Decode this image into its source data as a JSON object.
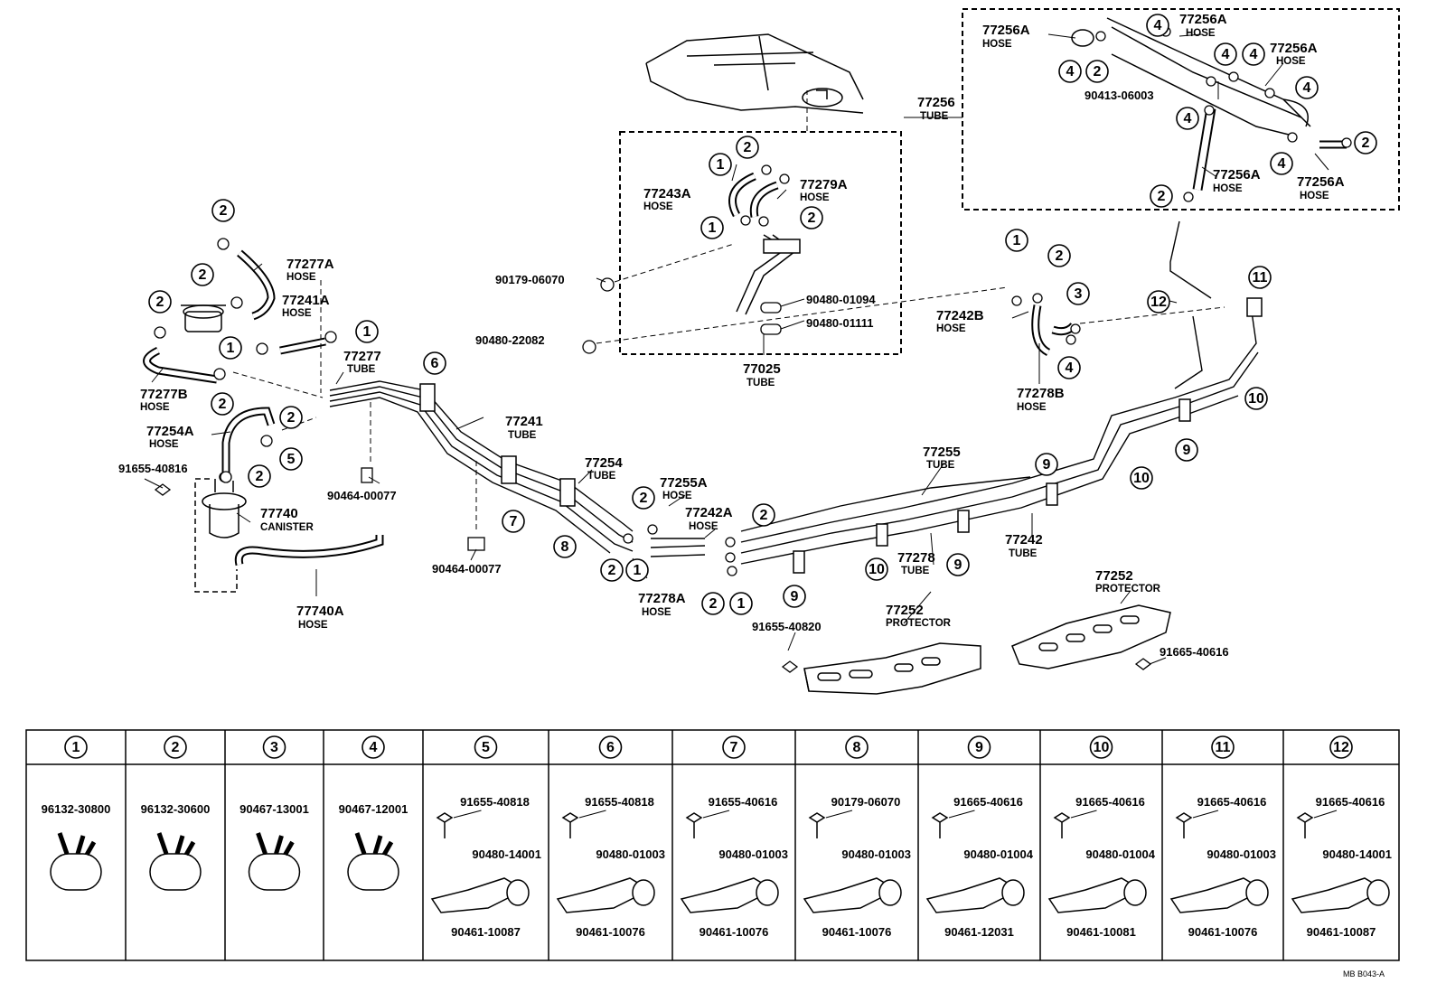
{
  "part_labels": {
    "p77256A_a": "77256A",
    "p77256A_b": "77256A",
    "p77256A_c": "77256A",
    "p77256A_d": "77256A",
    "p77256A_e": "77256A",
    "p77256": "77256",
    "p90413": "90413-06003",
    "p77243A": "77243A",
    "p77279A": "77279A",
    "p77277A": "77277A",
    "p77241A": "77241A",
    "p77277B": "77277B",
    "p77277": "77277",
    "p77254A": "77254A",
    "p91655_40816": "91655-40816",
    "p77740": "77740",
    "p77740A": "77740A",
    "p90464_a": "90464-00077",
    "p90464_b": "90464-00077",
    "p77241": "77241",
    "p77254": "77254",
    "p77255A": "77255A",
    "p77242A": "77242A",
    "p77278A": "77278A",
    "p90179": "90179-06070",
    "p90480_22082": "90480-22082",
    "p90480_01094": "90480-01094",
    "p90480_01111": "90480-01111",
    "p77025": "77025",
    "p77242B": "77242B",
    "p77278B": "77278B",
    "p77255": "77255",
    "p77278": "77278",
    "p77242": "77242",
    "p77252_a": "77252",
    "p77252_b": "77252",
    "p91655_40820": "91655-40820",
    "p91665_40616": "91665-40616"
  },
  "part_types": {
    "hose": "HOSE",
    "tube": "TUBE",
    "canister": "CANISTER",
    "protector": "PROTECTOR"
  },
  "callouts": [
    "1",
    "2",
    "3",
    "4",
    "5",
    "6",
    "7",
    "8",
    "9",
    "10",
    "11",
    "12"
  ],
  "legend": [
    {
      "num": "1",
      "parts": [
        "96132-30800"
      ]
    },
    {
      "num": "2",
      "parts": [
        "96132-30600"
      ]
    },
    {
      "num": "3",
      "parts": [
        "90467-13001"
      ]
    },
    {
      "num": "4",
      "parts": [
        "90467-12001"
      ]
    },
    {
      "num": "5",
      "parts": [
        "91655-40818",
        "90480-14001",
        "90461-10087"
      ]
    },
    {
      "num": "6",
      "parts": [
        "91655-40818",
        "90480-01003",
        "90461-10076"
      ]
    },
    {
      "num": "7",
      "parts": [
        "91655-40616",
        "90480-01003",
        "90461-10076"
      ]
    },
    {
      "num": "8",
      "parts": [
        "90179-06070",
        "90480-01003",
        "90461-10076"
      ]
    },
    {
      "num": "9",
      "parts": [
        "91665-40616",
        "90480-01004",
        "90461-12031"
      ]
    },
    {
      "num": "10",
      "parts": [
        "91665-40616",
        "90480-01004",
        "90461-10081"
      ]
    },
    {
      "num": "11",
      "parts": [
        "91665-40616",
        "90480-01003",
        "90461-10076"
      ]
    },
    {
      "num": "12",
      "parts": [
        "91665-40616",
        "90480-14001",
        "90461-10087"
      ]
    }
  ],
  "footer_code": "MB  B043-A"
}
